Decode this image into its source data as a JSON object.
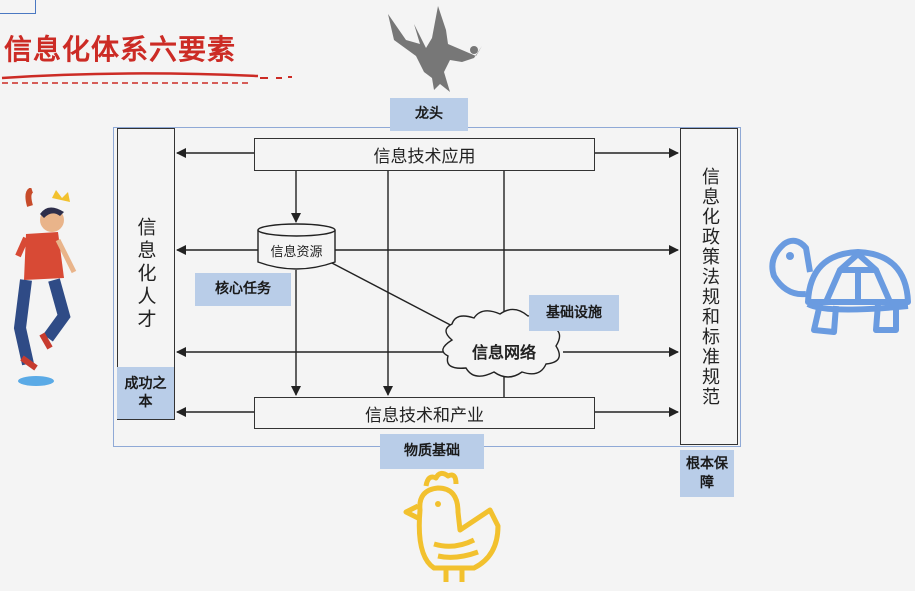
{
  "title": "信息化体系六要素",
  "diagram": {
    "top_application": "信息技术应用",
    "bottom_industry": "信息技术和产业",
    "left_talent": "信息化人才",
    "right_policy": "信息化政策法规和标准规范",
    "resource": "信息资源",
    "network": "信息网络"
  },
  "tags": {
    "dragon_head": "龙头",
    "core_task": "核心任务",
    "infrastructure": "基础设施",
    "foundation_of_success": "成功之本",
    "material_basis": "物质基础",
    "fundamental_guarantee": "根本保障"
  },
  "colors": {
    "title": "#cc2b25",
    "tag_bg": "#b9cde8",
    "frame": "#8fa9d6",
    "turtle": "#6a9be0",
    "chicken": "#f2c12e",
    "eagle": "#777777"
  },
  "icons": [
    "eagle-icon",
    "turtle-icon",
    "chicken-icon",
    "person-icon"
  ]
}
